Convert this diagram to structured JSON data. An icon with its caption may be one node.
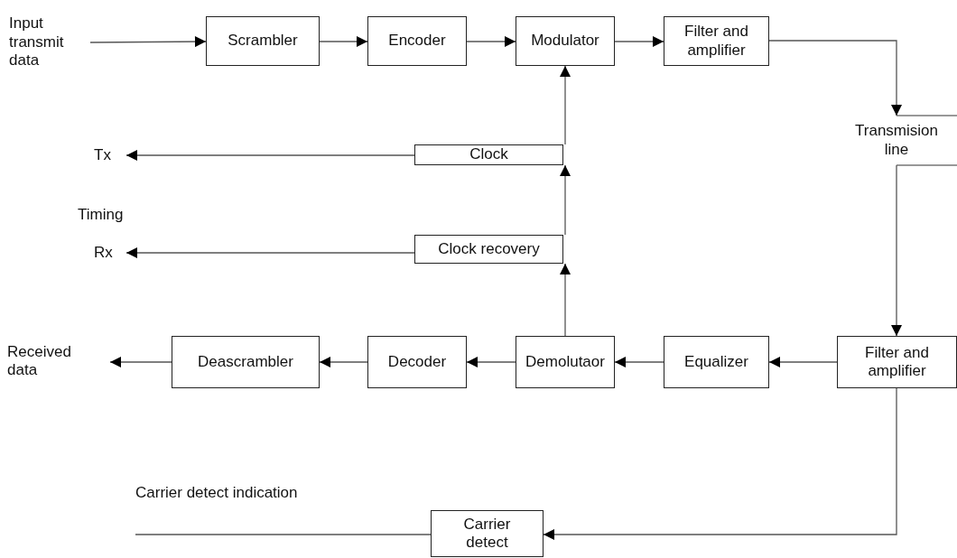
{
  "diagram": {
    "nodes": [
      {
        "text": [
          "Input transmit data"
        ]
      },
      {
        "text": [
          "Scrambler"
        ]
      },
      {
        "text": [
          "Encoder"
        ]
      },
      {
        "text": [
          "Modulator"
        ]
      },
      {
        "text": [
          "Filter and amplifier"
        ]
      },
      {
        "text": [
          "Transmision line"
        ]
      },
      {
        "text": [
          "Tx"
        ]
      },
      {
        "text": [
          "Clock"
        ]
      },
      {
        "text": [
          "Rx"
        ]
      },
      {
        "text": [
          "Clock recovery"
        ]
      },
      {
        "text": [
          "Received data"
        ]
      },
      {
        "text": [
          "Deascrambler"
        ]
      },
      {
        "text": [
          "Decoder"
        ]
      },
      {
        "text": [
          "Demolutaor"
        ]
      },
      {
        "text": [
          "Equalizer"
        ]
      },
      {
        "text": [
          "Filter and amplifier"
        ]
      },
      {
        "text": [
          "Carrier detect"
        ]
      }
    ],
    "edges": [
      {
        "from": 0,
        "to": 1,
        "arrow": "to"
      },
      {
        "from": 1,
        "to": 2,
        "arrow": "to"
      },
      {
        "from": 2,
        "to": 3,
        "arrow": "to"
      },
      {
        "from": 3,
        "to": 4,
        "arrow": "to"
      },
      {
        "from": 4,
        "to": 5,
        "arrow": "to"
      },
      {
        "from": 5,
        "to": 15,
        "arrow": "to"
      },
      {
        "from": 15,
        "to": 14,
        "arrow": "to"
      },
      {
        "from": 14,
        "to": 13,
        "arrow": "to"
      },
      {
        "from": 13,
        "to": 12,
        "arrow": "to"
      },
      {
        "from": 12,
        "to": 11,
        "arrow": "to"
      },
      {
        "from": 11,
        "to": 10,
        "arrow": "to"
      },
      {
        "from": 13,
        "to": 9,
        "arrow": "to"
      },
      {
        "from": 9,
        "to": 7,
        "arrow": "to"
      },
      {
        "from": 7,
        "to": 3,
        "arrow": "to"
      },
      {
        "from": 7,
        "to": 6,
        "arrow": "to"
      },
      {
        "from": 9,
        "to": 8,
        "arrow": "to"
      },
      {
        "from": 15,
        "to": 16,
        "arrow": "to"
      },
      {
        "from": 16,
        "to": null,
        "arrow": "none",
        "label": "Carrier detect indication"
      }
    ],
    "labels": [
      "Timing"
    ]
  }
}
